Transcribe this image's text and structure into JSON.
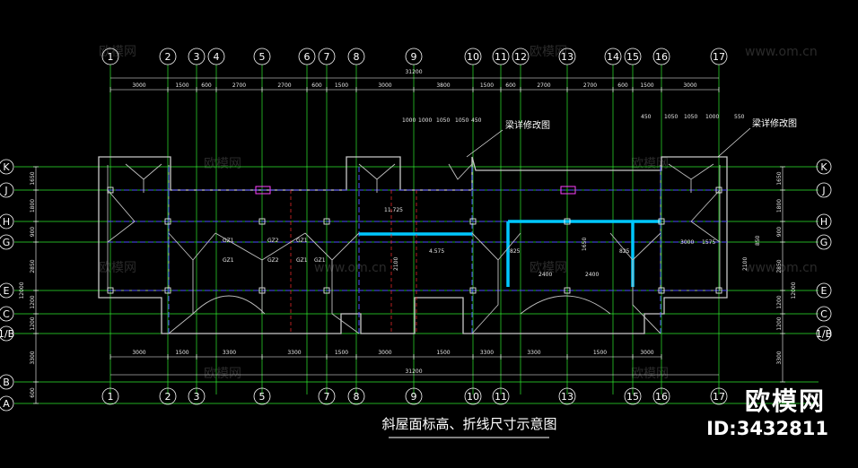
{
  "title": "斜屋面标高、折线尺寸示意图",
  "watermark": {
    "logo": "欧模网",
    "id": "ID:3432811",
    "ghost": "欧模网",
    "ghost_url": "www.om.cn"
  },
  "axes": {
    "columns": [
      "1",
      "2",
      "3",
      "4",
      "5",
      "6",
      "7",
      "8",
      "9",
      "10",
      "11",
      "12",
      "13",
      "14",
      "15",
      "16",
      "17"
    ],
    "bottom_columns": [
      "1",
      "2",
      "3",
      "5",
      "7",
      "8",
      "9",
      "10",
      "11",
      "13",
      "15",
      "16",
      "17"
    ],
    "rows": [
      "K",
      "J",
      "H",
      "G",
      "E",
      "C",
      "1/B",
      "B",
      "A"
    ]
  },
  "dimensions": {
    "top_total": "31200",
    "bottom_total": "31200",
    "top_chain": [
      "3000",
      "1500",
      "600",
      "2700",
      "2700",
      "600",
      "1500",
      "3000",
      "3800",
      "1500",
      "600",
      "2700",
      "2700",
      "600",
      "1500",
      "3000"
    ],
    "bottom_chain": [
      "3000",
      "1500",
      "3300",
      "3300",
      "1500",
      "3000",
      "1500",
      "3300",
      "3300",
      "1500",
      "3000"
    ],
    "left_chain": [
      "1650",
      "1800",
      "900",
      "2850",
      "1200",
      "1200",
      "3300",
      "600"
    ],
    "right_chain": [
      "1650",
      "1800",
      "900",
      "2850",
      "1200",
      "1200",
      "3300"
    ],
    "left_total": "12000",
    "right_total": "12000"
  },
  "annotations": {
    "beam_note_left": "梁详修改图",
    "beam_note_right": "梁详修改图",
    "detail_dims_left": [
      "1000",
      "1000",
      "1050",
      "1050",
      "450"
    ],
    "detail_dims_right": [
      "450",
      "1050",
      "1050",
      "1000",
      "550"
    ],
    "elevation": "11.725",
    "dim_4575": "4.575",
    "dim_2400a": "2400",
    "dim_2400b": "2400",
    "dim_3000": "3000",
    "dim_1575": "1575",
    "dim_825a": "825",
    "dim_825b": "825",
    "dim_1650": "1650",
    "dim_2100a": "2100",
    "dim_2100b": "2100",
    "dim_850": "850",
    "gz_labels": [
      "GZ1",
      "GZ2",
      "GZ1",
      "GZ2",
      "GZ1",
      "GZ1",
      "GZ1"
    ]
  },
  "colors": {
    "axis_line": "#2ee82e",
    "wall": "#c8c8c8",
    "hidden": "#5050ff",
    "highlight": "#00c8ff",
    "roof": "#c0c0c0",
    "red": "#ff3030",
    "magenta": "#ff40ff"
  }
}
